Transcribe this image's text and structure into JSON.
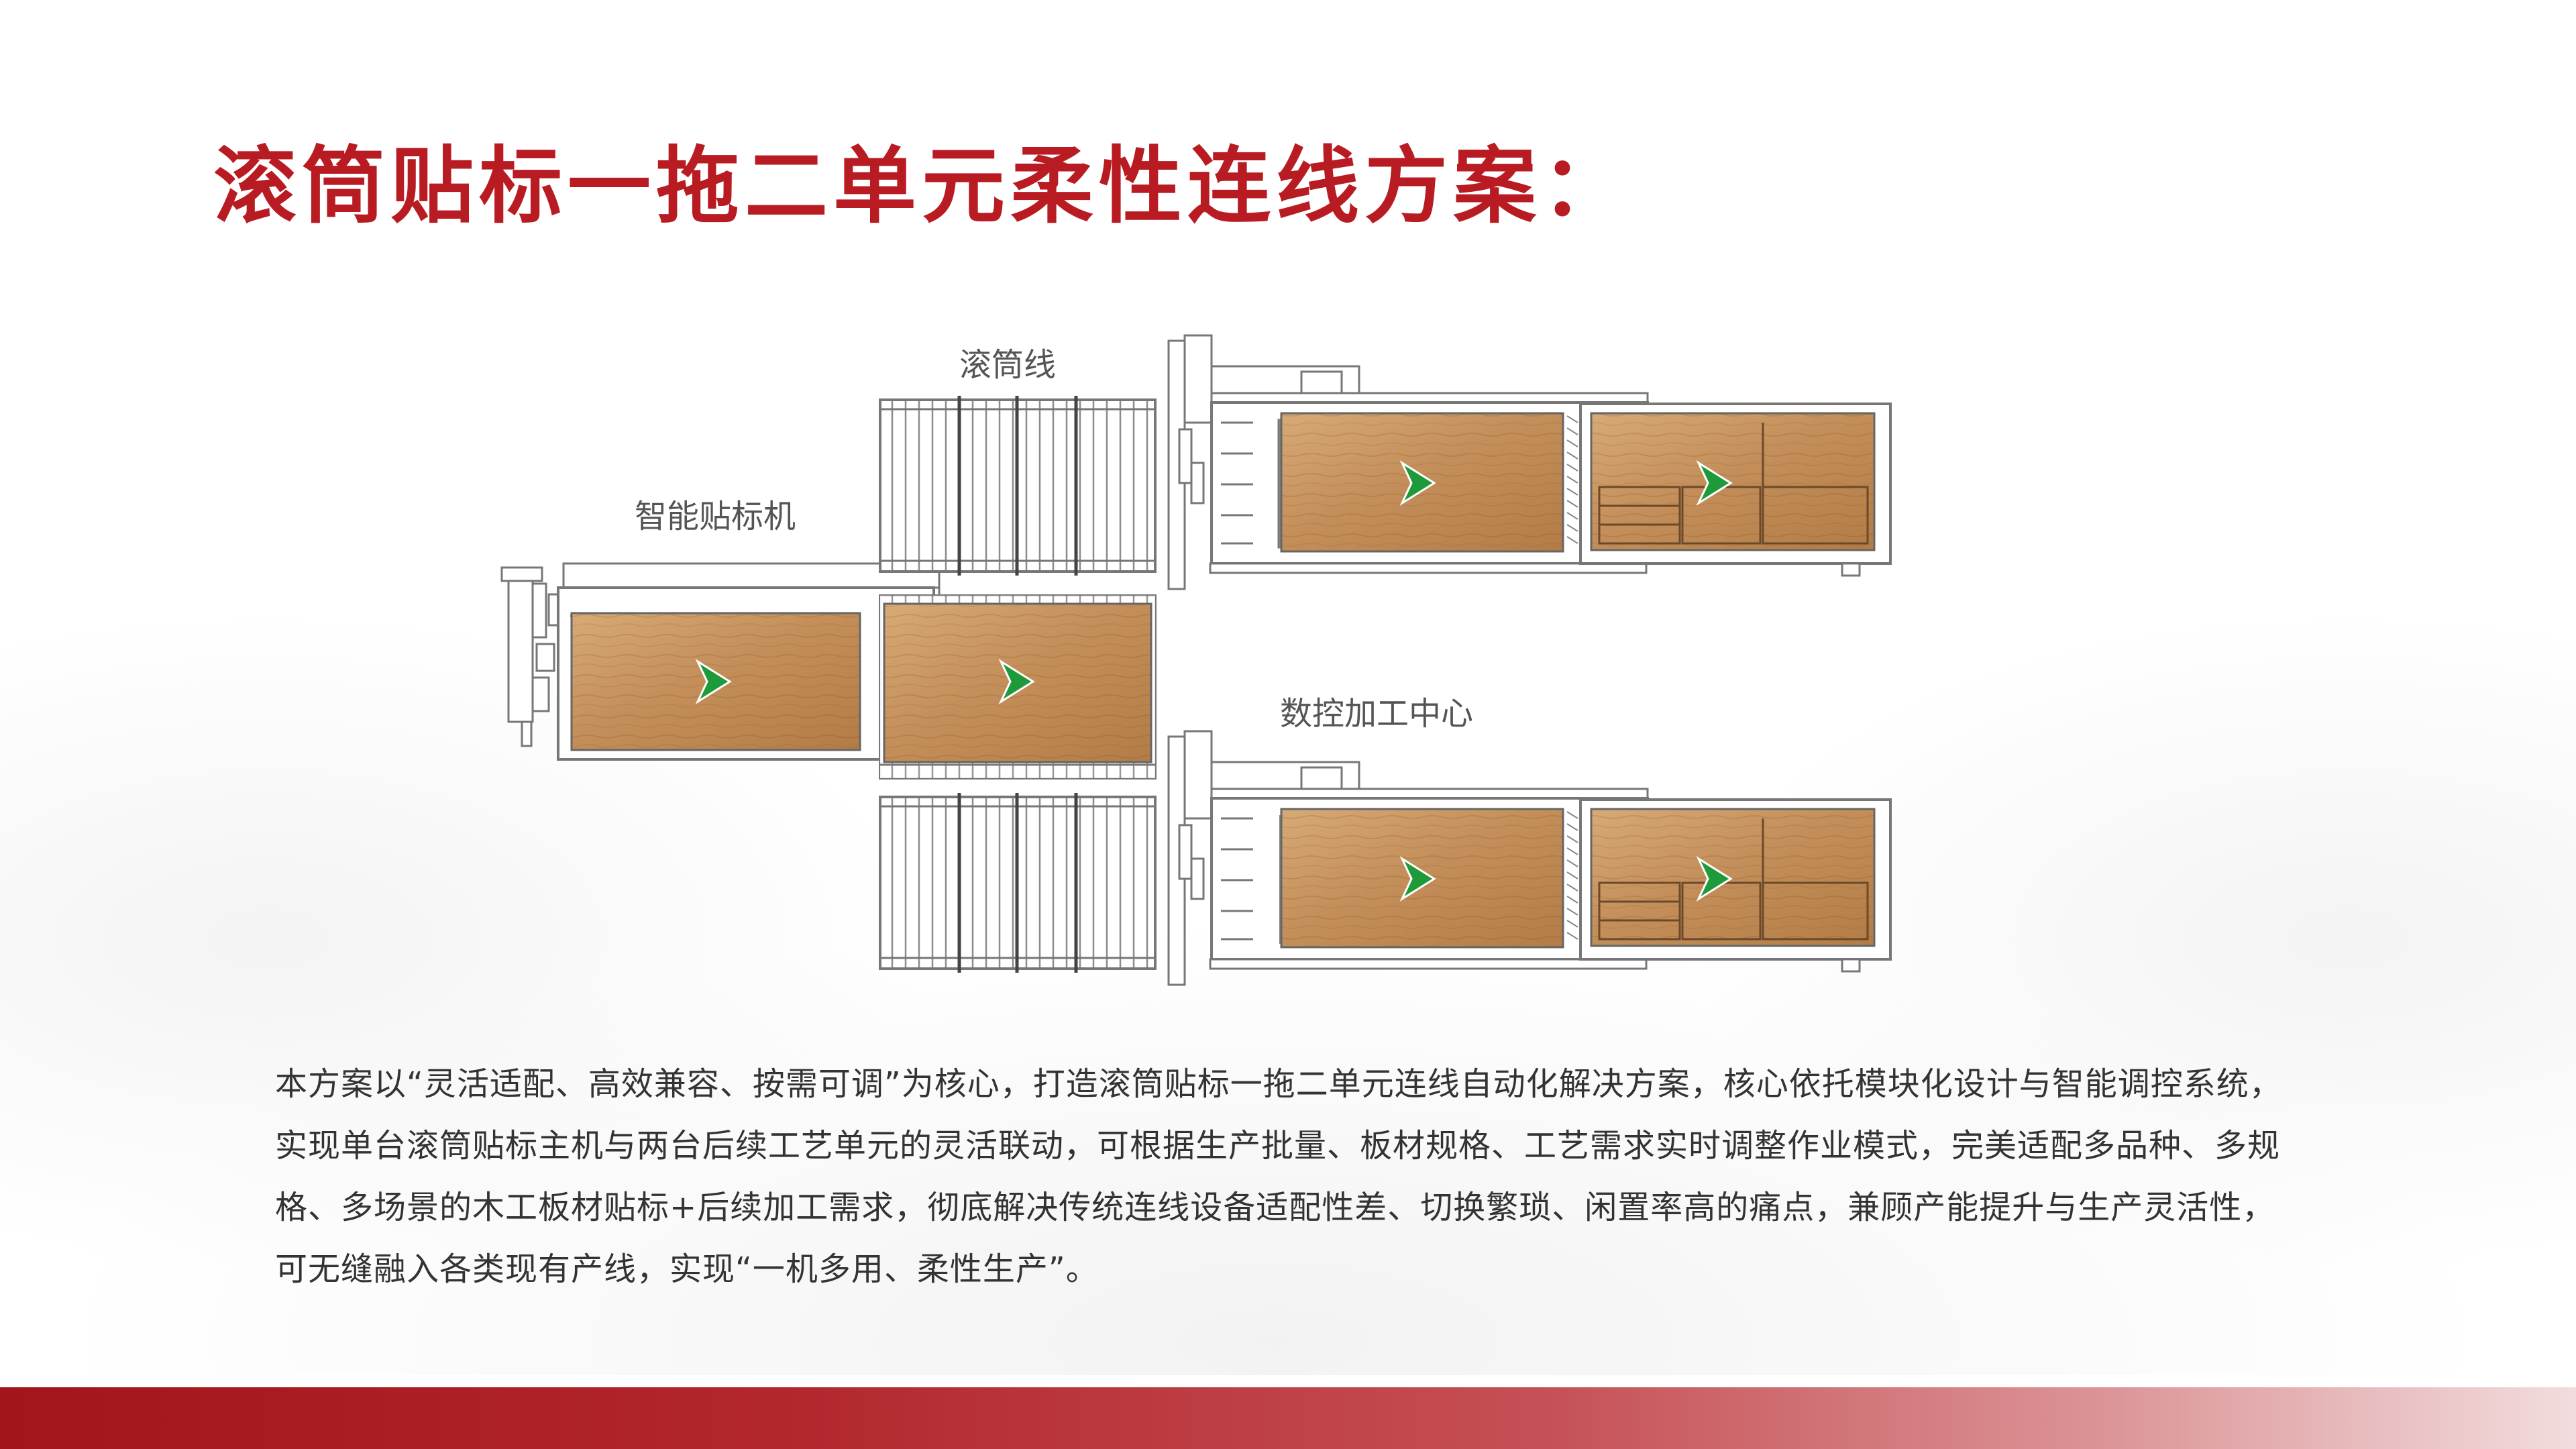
{
  "title": "滚筒贴标一拖二单元柔性连线方案：",
  "diagram": {
    "labels": {
      "roller_line": "滚筒线",
      "smart_labeler": "智能贴标机",
      "cnc_center": "数控加工中心"
    }
  },
  "description": "本方案以“灵活适配、高效兼容、按需可调”为核心，打造滚筒贴标一拖二单元连线自动化解决方案，核心依托模块化设计与智能调控系统，实现单台滚筒贴标主机与两台后续工艺单元的灵活联动，可根据生产批量、板材规格、工艺需求实时调整作业模式，完美适配多品种、多规格、多场景的木工板材贴标+后续加工需求，彻底解决传统连线设备适配性差、切换繁琐、闲置率高的痛点，兼顾产能提升与生产灵活性，可无缝融入各类现有产线，实现“一机多用、柔性生产”。",
  "colors": {
    "title": "#b81c22",
    "wood": "#c79662",
    "arrow": "#1f9a3a",
    "footer_start": "#a3151c",
    "footer_end": "#f2dcdd"
  }
}
